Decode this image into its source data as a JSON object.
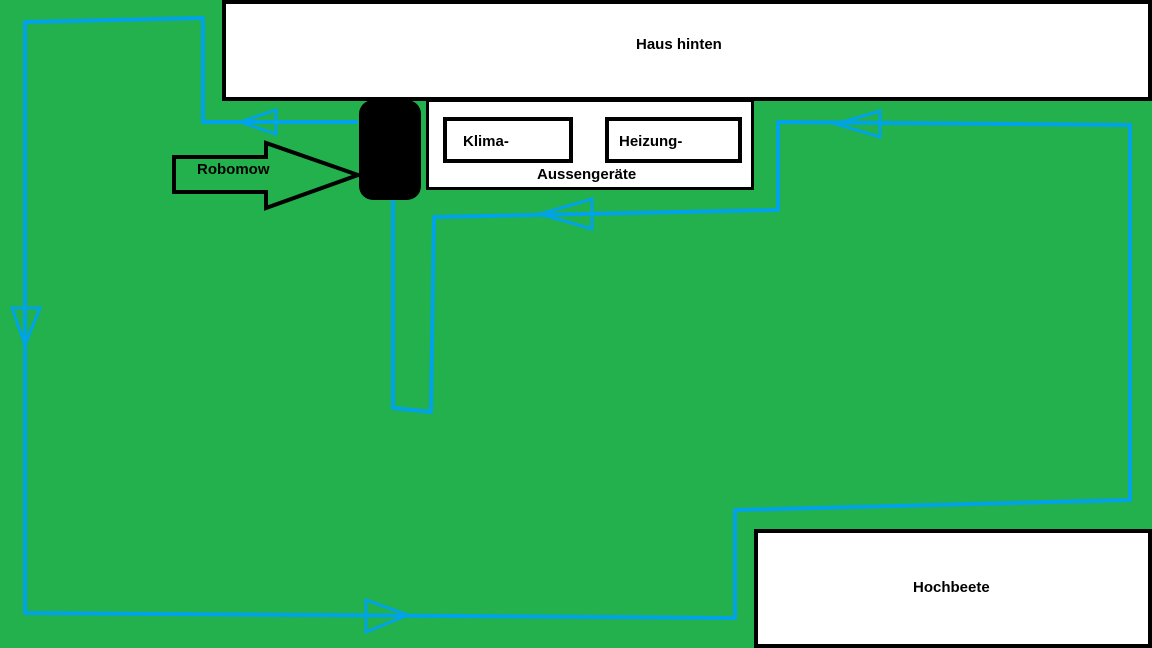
{
  "labels": {
    "haus": "Haus hinten",
    "klima": "Klima-",
    "heizung": "Heizung-",
    "aussengeraete": "Aussengeräte",
    "hochbeete": "Hochbeete",
    "robomow": "Robomow"
  },
  "colors": {
    "lawn": "#22b14c",
    "wire": "#00a2e8",
    "outline": "#000000",
    "box_fill": "#ffffff",
    "mower": "#000000"
  },
  "icons": {
    "wire_direction": "triangle-arrow-icon",
    "robomow_pointer": "outline-arrow-icon",
    "charging_station": "rounded-rect"
  }
}
